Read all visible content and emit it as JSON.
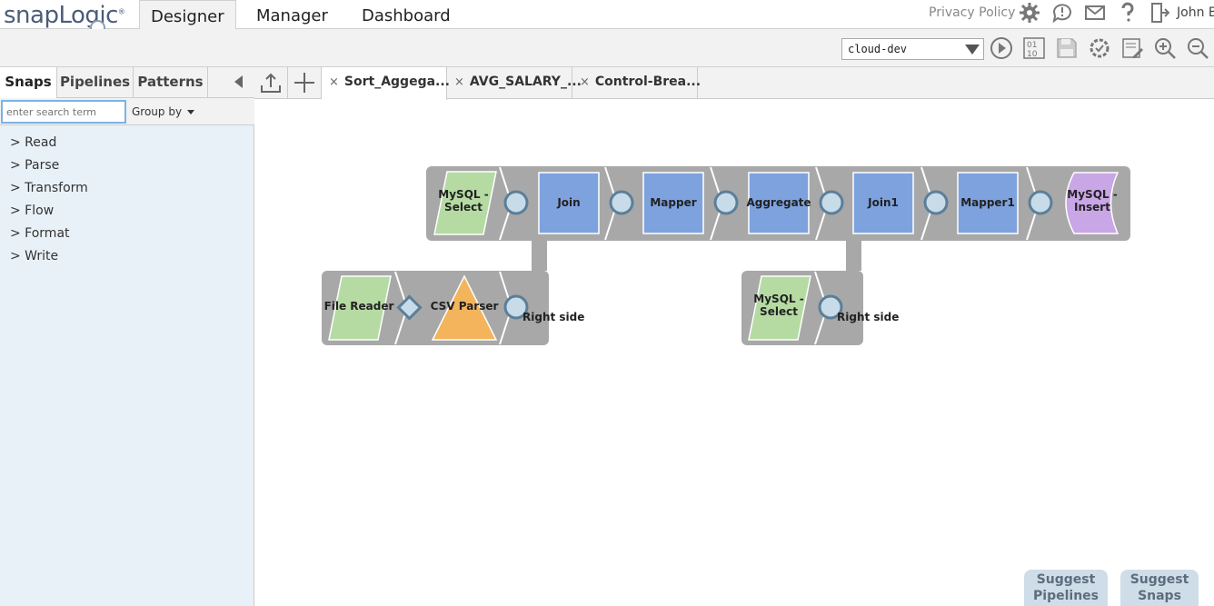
{
  "app": {
    "logo": "snapLogic",
    "logo_mark": "®",
    "nav_tabs": [
      "Designer",
      "Manager",
      "Dashboard"
    ],
    "privacy_policy": "Privacy Policy",
    "user": "John B"
  },
  "toolbar": {
    "environment": "cloud-dev"
  },
  "sidebar": {
    "tabs": [
      "Snaps",
      "Pipelines",
      "Patterns"
    ],
    "search_placeholder": "enter search term",
    "group_by": "Group by",
    "categories": [
      "> Read",
      "> Parse",
      "> Transform",
      "> Flow",
      "> Format",
      "> Write"
    ]
  },
  "canvas": {
    "tabs": [
      {
        "close": "×",
        "label": "Sort_Aggega..."
      },
      {
        "close": "×",
        "label": "AVG_SALARY_..."
      },
      {
        "close": "×",
        "label": "Control-Brea..."
      }
    ],
    "snaps": {
      "mysql_select_1": [
        "MySQL -",
        "Select"
      ],
      "join": "Join",
      "mapper": "Mapper",
      "aggregate": "Aggregate",
      "join1": "Join1",
      "mapper1": "Mapper1",
      "mysql_insert": [
        "MySQL -",
        "Insert"
      ],
      "file_reader": "File Reader",
      "csv_parser": "CSV Parser",
      "mysql_select_2": [
        "MySQL -",
        "Select"
      ],
      "right_side_1": "Right side",
      "right_side_2": "Right side"
    },
    "colors": {
      "read_snap": "#b5dba3",
      "transform_snap": "#7ea2de",
      "parse_snap": "#f3b45c",
      "write_snap": "#c9a6e6",
      "pipeline_track": "#a8a8a8"
    }
  },
  "suggest": {
    "pipelines": [
      "Suggest",
      "Pipelines"
    ],
    "snaps": [
      "Suggest",
      "Snaps"
    ]
  }
}
